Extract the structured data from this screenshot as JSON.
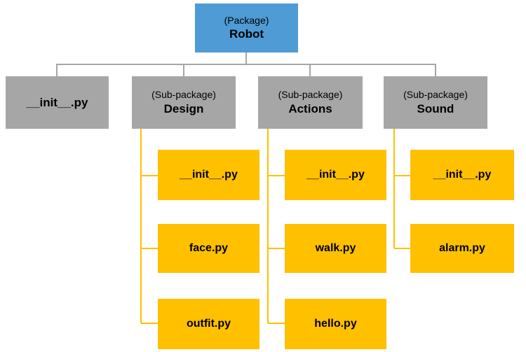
{
  "diagram": {
    "root": {
      "type_label": "(Package)",
      "name": "Robot"
    },
    "children": [
      {
        "kind": "file",
        "name": "__init__.py"
      },
      {
        "kind": "subpackage",
        "type_label": "(Sub-package)",
        "name": "Design",
        "files": [
          "__init__.py",
          "face.py",
          "outfit.py"
        ]
      },
      {
        "kind": "subpackage",
        "type_label": "(Sub-package)",
        "name": "Actions",
        "files": [
          "__init__.py",
          "walk.py",
          "hello.py"
        ]
      },
      {
        "kind": "subpackage",
        "type_label": "(Sub-package)",
        "name": "Sound",
        "files": [
          "__init__.py",
          "alarm.py"
        ]
      }
    ],
    "colors": {
      "package_fill": "#4E9BD5",
      "subpackage_fill": "#A6A6A6",
      "file_fill": "#FFC000",
      "connector_gray": "#A6A6A6",
      "connector_yellow": "#FFC000",
      "text": "#000000"
    }
  }
}
